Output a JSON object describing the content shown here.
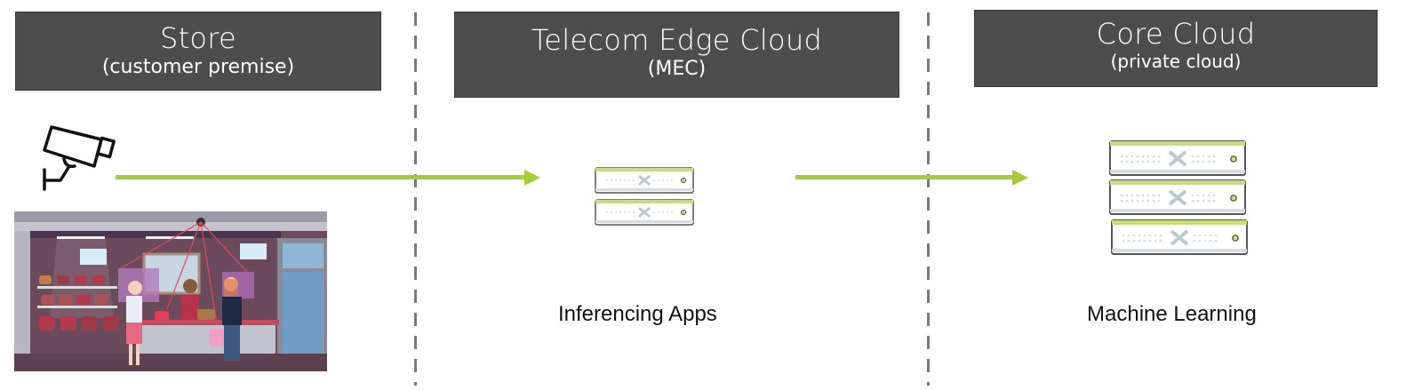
{
  "zones": [
    {
      "id": "store",
      "title": "Store",
      "subtitle": "(customer premise)"
    },
    {
      "id": "edge",
      "title": "Telecom Edge Cloud",
      "subtitle": "(MEC)"
    },
    {
      "id": "core",
      "title": "Core Cloud",
      "subtitle": "(private cloud)"
    }
  ],
  "captions": {
    "edge": "Inferencing Apps",
    "core": "Machine Learning"
  },
  "icons": {
    "camera": "security-camera-icon",
    "store": "retail-store-illustration",
    "edge_servers": "server-stack-icon",
    "core_servers": "server-stack-icon"
  },
  "servers": {
    "edge_count": 2,
    "core_count": 3
  },
  "colors": {
    "header_bg": "#4d4d4d",
    "header_text": "#ffffff",
    "arrow": "#a4cc35",
    "divider": "#7a7a7a",
    "server_accent": "#c9dc7a",
    "server_logo": "#b9c9cc"
  }
}
